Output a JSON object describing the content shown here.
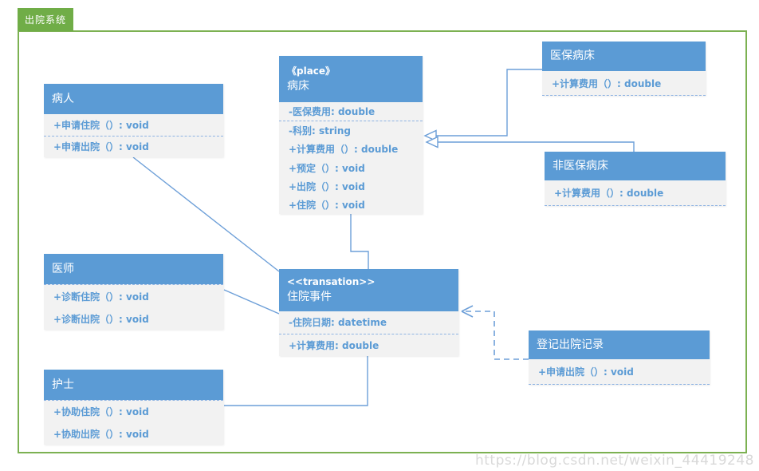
{
  "page": {
    "frame_label": "出院系统",
    "watermark": "https://blog.csdn.net/weixin_44419248"
  },
  "colors": {
    "header_blue": "#5b9bd5",
    "body_gray": "#f2f2f2",
    "member_text_blue": "#5b9bd5",
    "frame_green": "#70ad47",
    "connector_blue": "#6d9fd8",
    "watermark_gray": "#d9d9d9"
  },
  "classes": {
    "patient": {
      "title": "病人",
      "members": [
        "+申请住院（）: void",
        "+申请出院（）: void"
      ]
    },
    "bed": {
      "stereotype": "《place》",
      "title": "病床",
      "members": [
        "-医保费用: double",
        "-科别: string",
        "+计算费用（）: double",
        "+预定（）: void",
        "+出院（）: void",
        "+住院（）: void"
      ]
    },
    "insured_bed": {
      "title": "医保病床",
      "members": [
        "+计算费用（）: double"
      ]
    },
    "uninsured_bed": {
      "title": "非医保病床",
      "members": [
        "+计算费用（）: double"
      ]
    },
    "doctor": {
      "title": "医师",
      "members": [
        "+诊断住院（）: void",
        "+诊断出院（）: void"
      ]
    },
    "event": {
      "stereotype": "<<transation>>",
      "title": "住院事件",
      "members": [
        "-住院日期: datetime",
        "+计算费用: double"
      ]
    },
    "discharge_record": {
      "title": "登记出院记录",
      "members": [
        "+申请出院（）: void"
      ]
    },
    "nurse": {
      "title": "护士",
      "members": [
        "+协助住院（）: void",
        "+协助出院（）: void"
      ]
    }
  },
  "connectors": {
    "patient_event": "association",
    "doctor_event": "association",
    "nurse_event": "association",
    "bed_event": "association",
    "insured_bed_generalization": "generalization",
    "uninsured_bed_generalization": "generalization",
    "record_event_dependency": "dependency"
  }
}
